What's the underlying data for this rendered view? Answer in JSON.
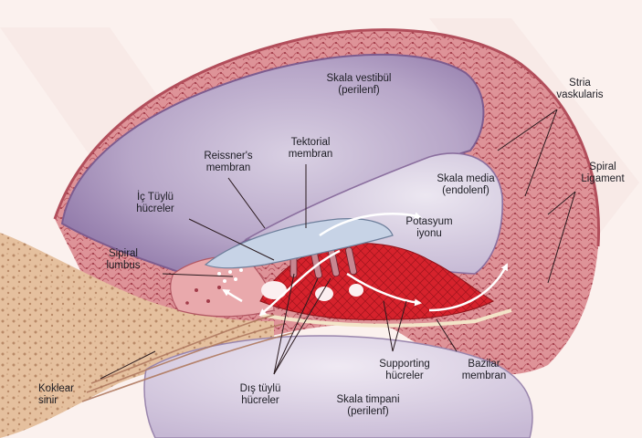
{
  "labels": {
    "skala_vestibul": "Skala vestibül\n(perilenf)",
    "stria_vaskularis": "Stria\nvaskularis",
    "reissners_membran": "Reissner's\nmembran",
    "tektorial_membran": "Tektorial\nmembran",
    "skala_media": "Skala media\n(endolenf)",
    "spiral_ligament": "Spiral\nLigament",
    "ic_tuylu_hucreler": "İç Tüylü\nhücreler",
    "potasyum_iyonu": "Potasyum\niyonu",
    "sipiral_lumbus": "Sipiral\nlumbus",
    "koklear_sinir": "Koklear\nsinir",
    "dis_tuylu_hucreler": "Dış tüylü\nhücreler",
    "supporting_hucreler": "Supporting\nhücreler",
    "bazilar_membran": "Bazilar\nmembran",
    "skala_timpani": "Skala timpani\n(perilenf)"
  },
  "colors": {
    "background": "#fbf1ee",
    "bone": "#e6c3a3",
    "tissue": "#dc8b91",
    "tissue_dark": "#b85560",
    "chamber": "#a892bb",
    "chamber_light": "#cbbfd8",
    "organ_red": "#d8212b",
    "tectorial": "#c5d1e4",
    "text": "#1d1d24"
  }
}
